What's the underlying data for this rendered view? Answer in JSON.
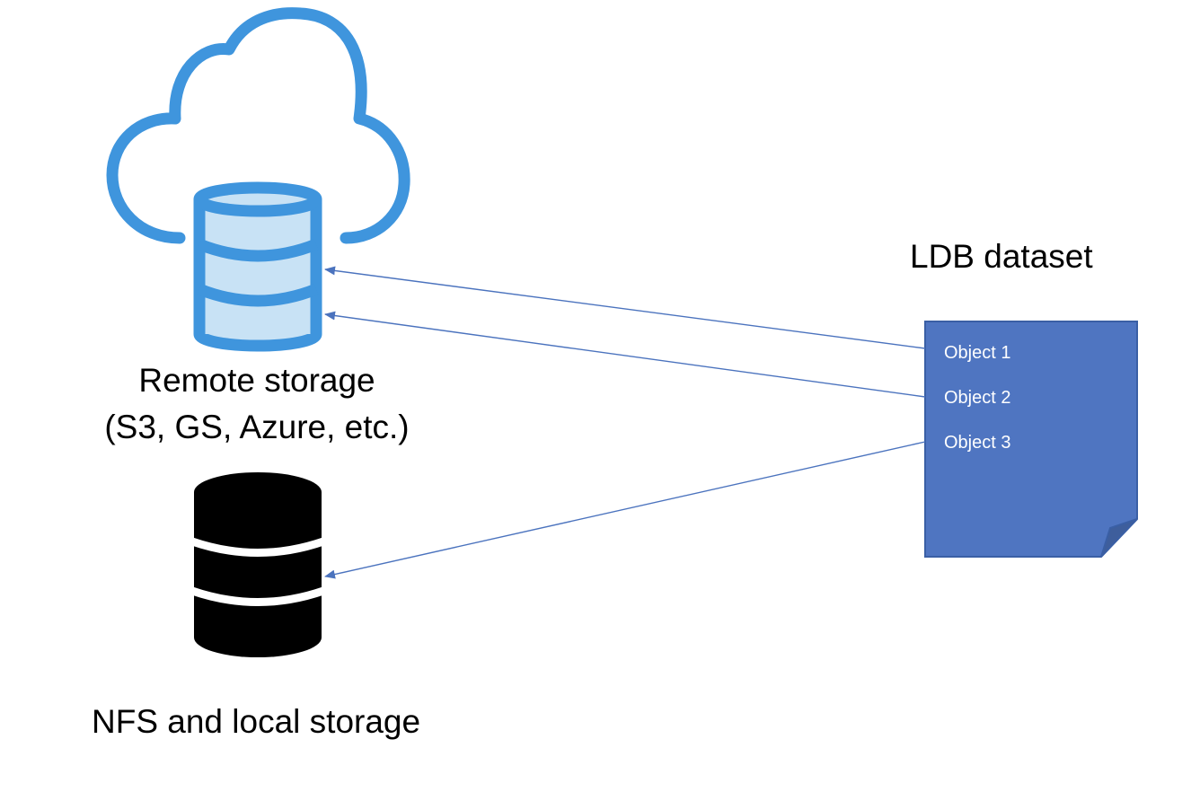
{
  "remote_storage": {
    "label_line1": "Remote storage",
    "label_line2": "(S3, GS, Azure, etc.)",
    "icon": "cloud-database-icon",
    "stroke_color": "#3f95dd",
    "fill_color": "#c8e2f5"
  },
  "local_storage": {
    "label": "NFS and local storage",
    "icon": "database-icon",
    "color": "#000000"
  },
  "dataset": {
    "title": "LDB dataset",
    "icon": "document-icon",
    "fill_color": "#4f75c1",
    "border_color": "#3a5fa5",
    "objects": [
      "Object 1",
      "Object 2",
      "Object 3"
    ]
  },
  "edges": [
    {
      "from": "Object 1",
      "to": "Remote storage"
    },
    {
      "from": "Object 2",
      "to": "Remote storage"
    },
    {
      "from": "Object 3",
      "to": "NFS and local storage"
    }
  ],
  "edge_color": "#4b73be"
}
